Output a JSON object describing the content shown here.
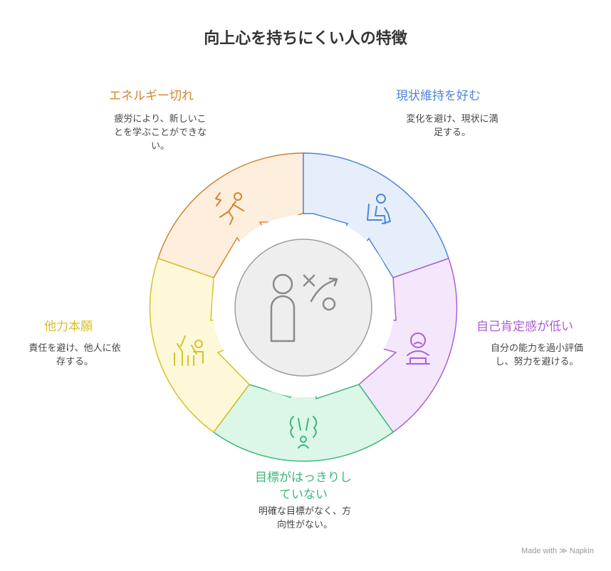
{
  "title": "向上心を持ちにくい人の特徴",
  "segments": [
    {
      "label": "エネルギー切れ",
      "desc_lines": [
        "疲労により、新しいこ",
        "とを学ぶことができな",
        "い。"
      ],
      "color": "#d4852b",
      "fill": "#fdeedd",
      "icon": "exhausted-person-icon"
    },
    {
      "label": "現状維持を好む",
      "desc_lines": [
        "変化を避け、現状に満",
        "足する。"
      ],
      "color": "#4d86d6",
      "fill": "#e7eefb",
      "icon": "sitting-person-icon"
    },
    {
      "label": "自己肯定感が低い",
      "desc_lines": [
        "自分の能力を過小評価",
        "し、努力を避ける。"
      ],
      "color": "#ab5fd6",
      "fill": "#f4e7fb",
      "icon": "sad-person-icon"
    },
    {
      "label_lines": [
        "目標がはっきりし",
        "ていない"
      ],
      "desc_lines": [
        "明確な目標がなく、方",
        "向性がない。"
      ],
      "color": "#3cb878",
      "fill": "#dcf6e8",
      "icon": "confused-person-icon"
    },
    {
      "label": "他力本願",
      "desc_lines": [
        "責任を避け、他人に依",
        "存する。"
      ],
      "color": "#d6c02b",
      "fill": "#fdf8d8",
      "icon": "dependent-person-icon"
    }
  ],
  "center": {
    "icon": "person-strategy-icon"
  },
  "footer": {
    "text": "Made with",
    "brand": "Napkin"
  }
}
